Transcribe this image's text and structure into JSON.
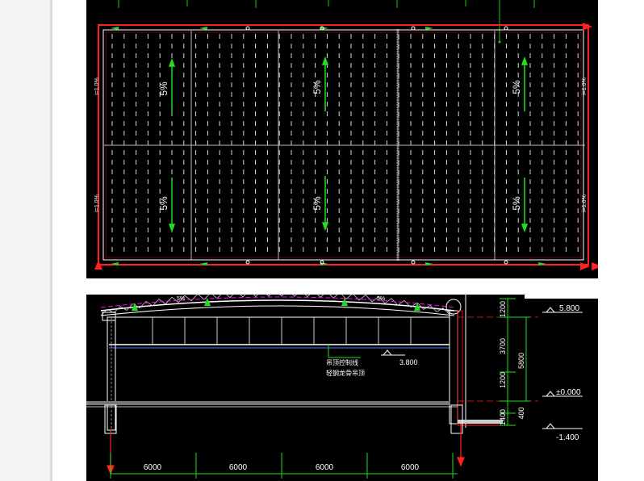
{
  "plan": {
    "slope_labels": [
      "5%",
      "5%",
      "5%",
      "5%",
      "5%",
      "5%"
    ],
    "side_labels": [
      "i=1.0%",
      "i=1.0%",
      "i=1.0%",
      "i=1.0%"
    ]
  },
  "section": {
    "roof_slope_left": "5%",
    "roof_slope_right": "5%",
    "note_line1": "吊顶控制线",
    "note_line2": "轻钢龙骨吊顶",
    "ceiling_elevation": "3.800",
    "elevations": [
      "5.800",
      "±0.000",
      "-1.400"
    ],
    "vertical_dims": [
      "1200",
      "3700",
      "1200",
      "5800",
      "400",
      "1400"
    ],
    "bay_dims": [
      "6000",
      "6000",
      "6000",
      "6000"
    ]
  },
  "colors": {
    "background": "#000000",
    "border_red": "#ff2020",
    "arrow_green": "#22dd22",
    "line_white": "#ffffff",
    "accent_magenta": "#ff00ff"
  }
}
